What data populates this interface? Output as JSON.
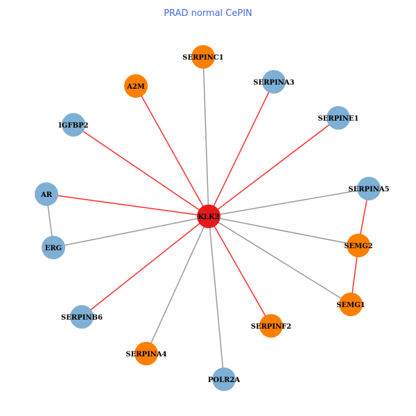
{
  "title": "PRAD normal CePIN",
  "colors": {
    "hub": "#E41A1C",
    "orange": "#FF7F00",
    "blue": "#7EB0D5",
    "edge_red": "#FF2A2A",
    "edge_gray": "#999999"
  },
  "nodes": [
    {
      "id": "KLK2",
      "group": "hub"
    },
    {
      "id": "SERPINC1",
      "group": "orange"
    },
    {
      "id": "A2M",
      "group": "orange"
    },
    {
      "id": "SERPINA3",
      "group": "blue"
    },
    {
      "id": "IGFBP2",
      "group": "blue"
    },
    {
      "id": "SERPINE1",
      "group": "blue"
    },
    {
      "id": "AR",
      "group": "blue"
    },
    {
      "id": "SERPINA5",
      "group": "blue"
    },
    {
      "id": "SEMG2",
      "group": "orange"
    },
    {
      "id": "ERG",
      "group": "blue"
    },
    {
      "id": "SEMG1",
      "group": "orange"
    },
    {
      "id": "SERPINB6",
      "group": "blue"
    },
    {
      "id": "SERPINF2",
      "group": "orange"
    },
    {
      "id": "SERPINA4",
      "group": "orange"
    },
    {
      "id": "POLR2A",
      "group": "blue"
    }
  ],
  "edges": [
    {
      "source": "KLK2",
      "target": "SERPINC1",
      "type": "gray"
    },
    {
      "source": "KLK2",
      "target": "A2M",
      "type": "red"
    },
    {
      "source": "KLK2",
      "target": "SERPINA3",
      "type": "red"
    },
    {
      "source": "KLK2",
      "target": "IGFBP2",
      "type": "red"
    },
    {
      "source": "KLK2",
      "target": "SERPINE1",
      "type": "red"
    },
    {
      "source": "KLK2",
      "target": "AR",
      "type": "red"
    },
    {
      "source": "KLK2",
      "target": "SERPINA5",
      "type": "gray"
    },
    {
      "source": "KLK2",
      "target": "SEMG2",
      "type": "gray"
    },
    {
      "source": "KLK2",
      "target": "ERG",
      "type": "gray"
    },
    {
      "source": "KLK2",
      "target": "SEMG1",
      "type": "gray"
    },
    {
      "source": "KLK2",
      "target": "SERPINB6",
      "type": "red"
    },
    {
      "source": "KLK2",
      "target": "SERPINF2",
      "type": "red"
    },
    {
      "source": "KLK2",
      "target": "SERPINA4",
      "type": "gray"
    },
    {
      "source": "KLK2",
      "target": "POLR2A",
      "type": "gray"
    },
    {
      "source": "AR",
      "target": "ERG",
      "type": "gray"
    },
    {
      "source": "SERPINA5",
      "target": "SEMG2",
      "type": "red"
    },
    {
      "source": "SEMG2",
      "target": "SEMG1",
      "type": "red"
    }
  ]
}
